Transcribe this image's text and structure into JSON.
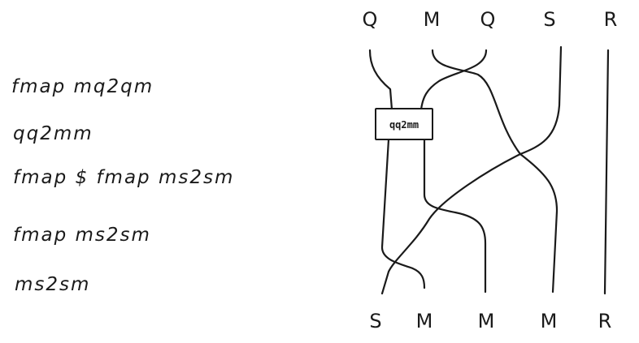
{
  "steps": [
    "fmap mq2qm",
    "qq2mm",
    "fmap $ fmap ms2sm",
    "fmap ms2sm",
    "ms2sm"
  ],
  "top_labels": [
    "Q",
    "M",
    "Q",
    "S",
    "R"
  ],
  "bottom_labels": [
    "S",
    "M",
    "M",
    "M",
    "R"
  ],
  "box": {
    "label": "qq2mm"
  }
}
